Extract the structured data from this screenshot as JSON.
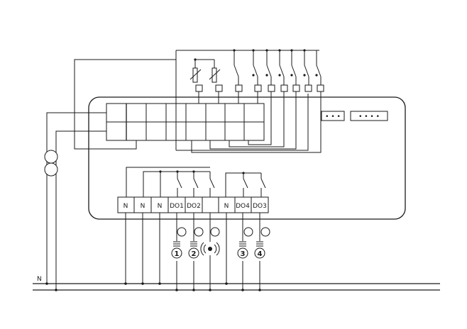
{
  "neutral_label": "N",
  "terminals": [
    "N",
    "N",
    "N",
    "DO1",
    "DO2",
    "",
    "N",
    "DO4",
    "DO3"
  ],
  "lamp_numbers": [
    "1",
    "2",
    "3",
    "4"
  ],
  "connector_a": "• • •",
  "connector_b": "• • • •"
}
